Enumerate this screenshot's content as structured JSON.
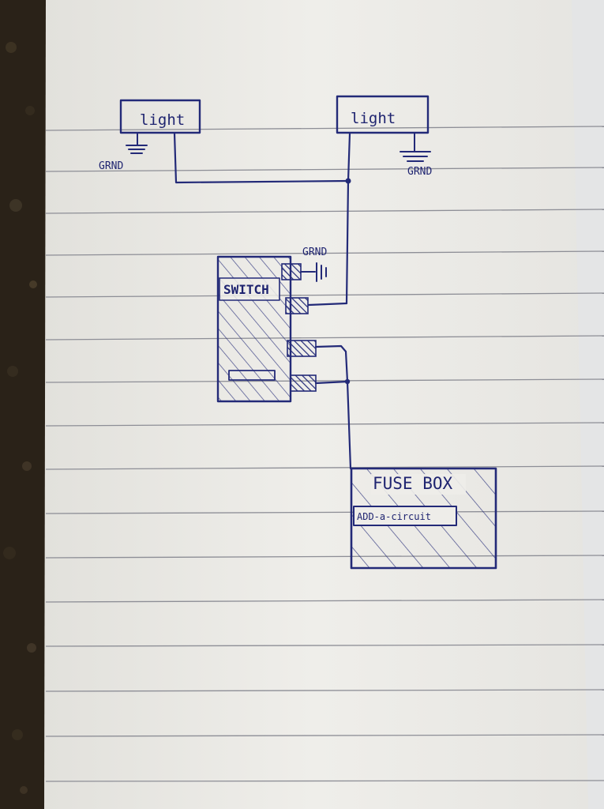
{
  "diagram": {
    "light_left": {
      "label": "light"
    },
    "light_right": {
      "label": "light"
    },
    "ground_left": {
      "label": "GRND"
    },
    "ground_right": {
      "label": "GRND"
    },
    "ground_switch": {
      "label": "GRND"
    },
    "switch": {
      "label": "SWITCH"
    },
    "fuse_box": {
      "label": "FUSE BOX",
      "slot_label": "ADD-a-circuit"
    }
  },
  "colors": {
    "ink": "#232a78",
    "paper": "#eeede9",
    "rule_line": "#8d8e96",
    "background": "#2a2218"
  }
}
